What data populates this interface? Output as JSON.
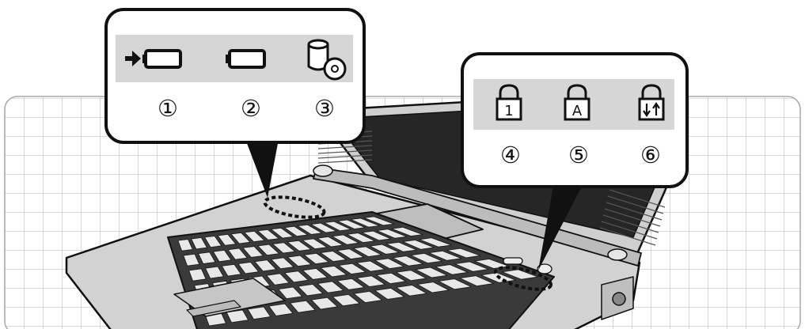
{
  "callout_left": {
    "indicators": [
      {
        "number": "①",
        "icon": "charging-battery-icon"
      },
      {
        "number": "②",
        "icon": "battery-icon"
      },
      {
        "number": "③",
        "icon": "disk-drive-icon"
      }
    ]
  },
  "callout_right": {
    "indicators": [
      {
        "number": "④",
        "icon": "num-lock-icon",
        "glyph": "1"
      },
      {
        "number": "⑤",
        "icon": "caps-lock-icon",
        "glyph": "A"
      },
      {
        "number": "⑥",
        "icon": "scroll-lock-icon"
      }
    ]
  },
  "colors": {
    "grid_line": "#c4c4c4",
    "grid_border": "#a8a8a8",
    "icon_strip": "#d6d6d6",
    "laptop_body": "#d2d2d2",
    "screen_dark": "#262626",
    "outline": "#111111"
  }
}
